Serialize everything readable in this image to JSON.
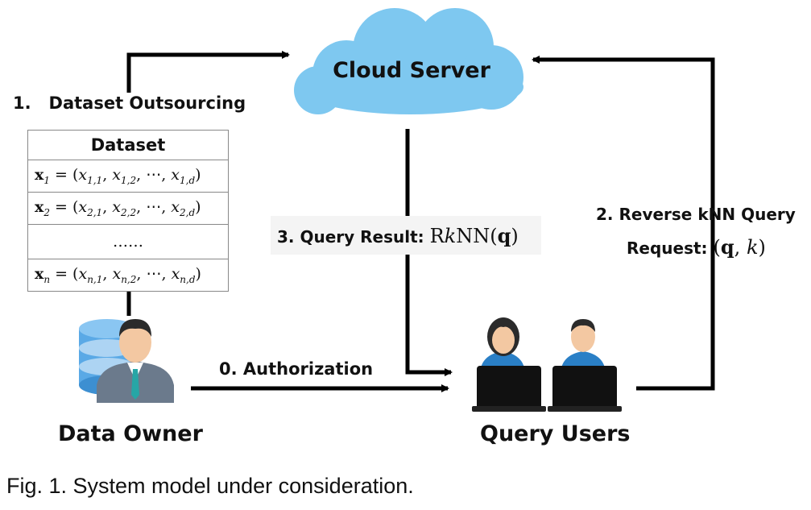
{
  "cloud_server": {
    "label": "Cloud Server"
  },
  "step_dataset_outsourcing": {
    "number": "1.",
    "label": "Dataset Outsourcing"
  },
  "dataset_table": {
    "header": "Dataset",
    "rows": [
      {
        "vector": "x",
        "index": "1",
        "equals": " = (",
        "items": [
          {
            "base": "x",
            "sub": "1,1"
          },
          {
            "base": "x",
            "sub": "1,2"
          },
          {
            "sep": ", ⋯, "
          },
          {
            "base": "x",
            "sub": "1,d"
          }
        ],
        "close": ")"
      },
      {
        "vector": "x",
        "index": "2",
        "equals": " = (",
        "items": [
          {
            "base": "x",
            "sub": "2,1"
          },
          {
            "base": "x",
            "sub": "2,2"
          },
          {
            "sep": ", ⋯, "
          },
          {
            "base": "x",
            "sub": "2,d"
          }
        ],
        "close": ")"
      },
      {
        "ellipsis": "……"
      },
      {
        "vector": "x",
        "index": "n",
        "equals": " = (",
        "items": [
          {
            "base": "x",
            "sub": "n,1"
          },
          {
            "base": "x",
            "sub": "n,2"
          },
          {
            "sep": ", ⋯, "
          },
          {
            "base": "x",
            "sub": "n,d"
          }
        ],
        "close": ")"
      }
    ]
  },
  "step_query_result": {
    "label": "3. Query Result: ",
    "formula_prefix": "R",
    "formula_k": "k",
    "formula_nn": "NN(",
    "formula_q": "q",
    "formula_close": ")"
  },
  "step_reverse_knn": {
    "line1": "2. Reverse kNN Query",
    "line2": "Request: ",
    "formula_open": "(",
    "formula_q": "q",
    "formula_sep": ", ",
    "formula_k": "k",
    "formula_close": ")"
  },
  "step_authorization": {
    "label": "0. Authorization"
  },
  "data_owner": {
    "label": "Data Owner"
  },
  "query_users": {
    "label": "Query Users"
  },
  "caption": "Fig. 1. System model under consideration.",
  "colors": {
    "cloud": "#7ec8f0",
    "arrow": "#000000",
    "person_shirt": "#2a7fc6",
    "laptop": "#111111",
    "owner_suit": "#6b7a8c",
    "database": "#5aa9e6"
  }
}
